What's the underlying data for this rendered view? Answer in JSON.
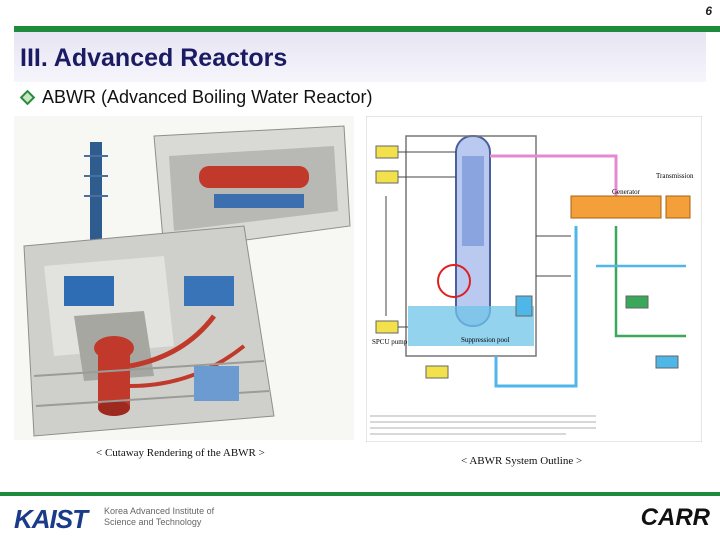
{
  "page": {
    "number": "6"
  },
  "header": {
    "title": "III. Advanced Reactors"
  },
  "bullet": {
    "text": "ABWR (Advanced Boiling Water Reactor)",
    "icon": "diamond-bullet-icon"
  },
  "figures": {
    "left_caption": "< Cutaway Rendering of the ABWR >",
    "right_caption": "< ABWR System Outline >",
    "labels": {
      "spcu_pump": "SPCU pump",
      "suppression_pool": "Suppression pool",
      "generator": "Generator",
      "transmission": "Transmission"
    }
  },
  "footer": {
    "left_logo": "KAIST",
    "left_sub_1": "Korea Advanced Institute of",
    "left_sub_2": "Science and Technology",
    "right_logo": "CARR"
  },
  "colors": {
    "accent_green": "#1d8a3c",
    "title_blue": "#1b1b63",
    "kaist_blue": "#1a3a8a"
  }
}
